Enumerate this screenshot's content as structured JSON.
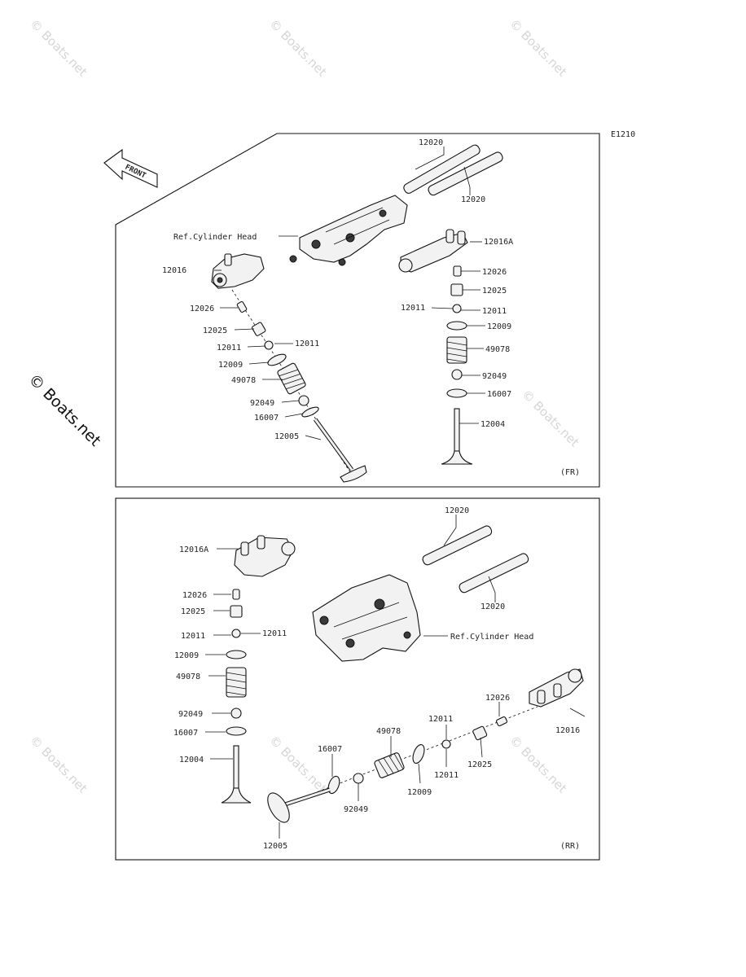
{
  "figure_code": "E1210",
  "watermark": "© Boats.net",
  "front_label": "FRONT",
  "panels": {
    "front": {
      "tag": "(FR)",
      "labels": {
        "rocker_shaft_a": "12020",
        "rocker_shaft_b": "12020",
        "ref_head": "Ref.Cylinder Head",
        "rocker_arm_left": "12016",
        "rocker_arm_right": "12016A",
        "adjust_screw_left": "12026",
        "adjust_screw_right": "12026",
        "lifter_left": "12025",
        "lifter_right": "12025",
        "cotter_left_a": "12011",
        "cotter_left_b": "12011",
        "cotter_right_a": "12011",
        "cotter_right_b": "12011",
        "retainer_left": "12009",
        "retainer_right": "12009",
        "spring_left": "49078",
        "spring_right": "49078",
        "seal_left": "92049",
        "seal_right": "92049",
        "seat_left": "16007",
        "seat_right": "16007",
        "valve_left": "12005",
        "valve_right": "12004"
      }
    },
    "rear": {
      "tag": "(RR)",
      "labels": {
        "rocker_shaft_a": "12020",
        "rocker_shaft_b": "12020",
        "ref_head": "Ref.Cylinder Head",
        "rocker_arm_left": "12016A",
        "rocker_arm_right": "12016",
        "adjust_screw_left": "12026",
        "adjust_screw_right": "12026",
        "lifter_left": "12025",
        "lifter_right": "12025",
        "cotter_left_a": "12011",
        "cotter_left_b": "12011",
        "cotter_right_a": "12011",
        "cotter_right_b": "12011",
        "retainer_left": "12009",
        "retainer_right": "12009",
        "spring_left": "49078",
        "spring_right": "49078",
        "seal_left": "92049",
        "seal_right": "92049",
        "seat_left": "16007",
        "seat_right": "16007",
        "valve_left": "12004",
        "valve_right": "12005"
      }
    }
  }
}
